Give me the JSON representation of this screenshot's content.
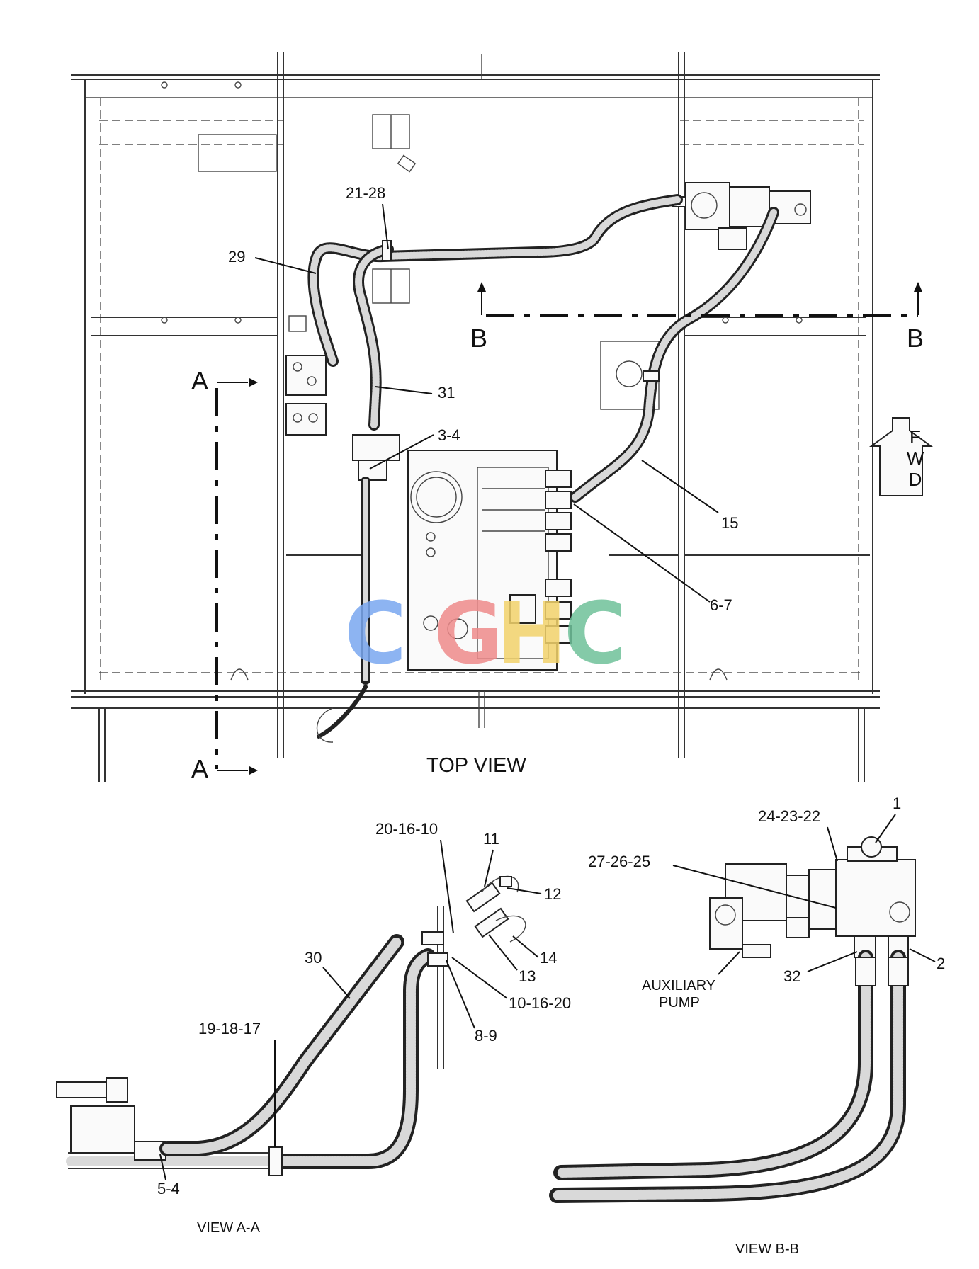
{
  "views": {
    "top": "TOP VIEW",
    "aa": "VIEW A-A",
    "bb": "VIEW B-B"
  },
  "section_markers": {
    "a": "A",
    "b": "B"
  },
  "fwd": [
    "F",
    "W",
    "D"
  ],
  "watermark": {
    "letters": [
      "C",
      "G",
      "H",
      "C"
    ],
    "colors": [
      "#7aa7f0",
      "#ef8b8b",
      "#f2d36b",
      "#6fc19a"
    ]
  },
  "aux_pump": [
    "AUXILIARY",
    "PUMP"
  ],
  "callouts": {
    "top": [
      "21-28",
      "29",
      "31",
      "3-4",
      "15",
      "6-7"
    ],
    "aa": [
      "20-16-10",
      "11",
      "12",
      "30",
      "14",
      "13",
      "10-16-20",
      "19-18-17",
      "8-9",
      "5-4"
    ],
    "bb": [
      "1",
      "24-23-22",
      "27-26-25",
      "2",
      "32"
    ]
  }
}
